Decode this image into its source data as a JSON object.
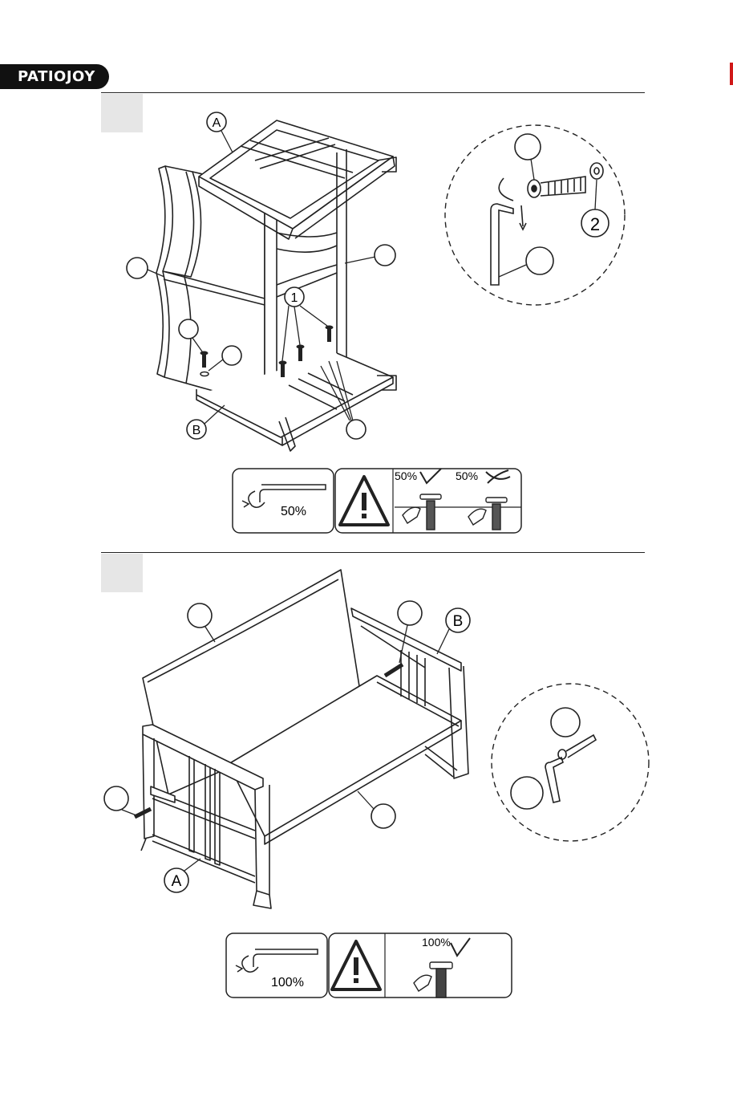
{
  "brand": {
    "logo_text": "PATIOJOY"
  },
  "step1": {
    "labels": {
      "frame_a": "A",
      "frame_b": "B",
      "bolt_1": "1",
      "washer_2": "2"
    },
    "callout_labels": {
      "washer": "2"
    },
    "tightening": {
      "amount": "50%"
    },
    "warning": {
      "ok_label": "50%",
      "bad_label": "50%"
    }
  },
  "step2": {
    "labels": {
      "frame_b": "B",
      "frame_a": "A"
    },
    "tightening": {
      "amount": "100%"
    },
    "warning": {
      "ok_label": "100%"
    }
  }
}
